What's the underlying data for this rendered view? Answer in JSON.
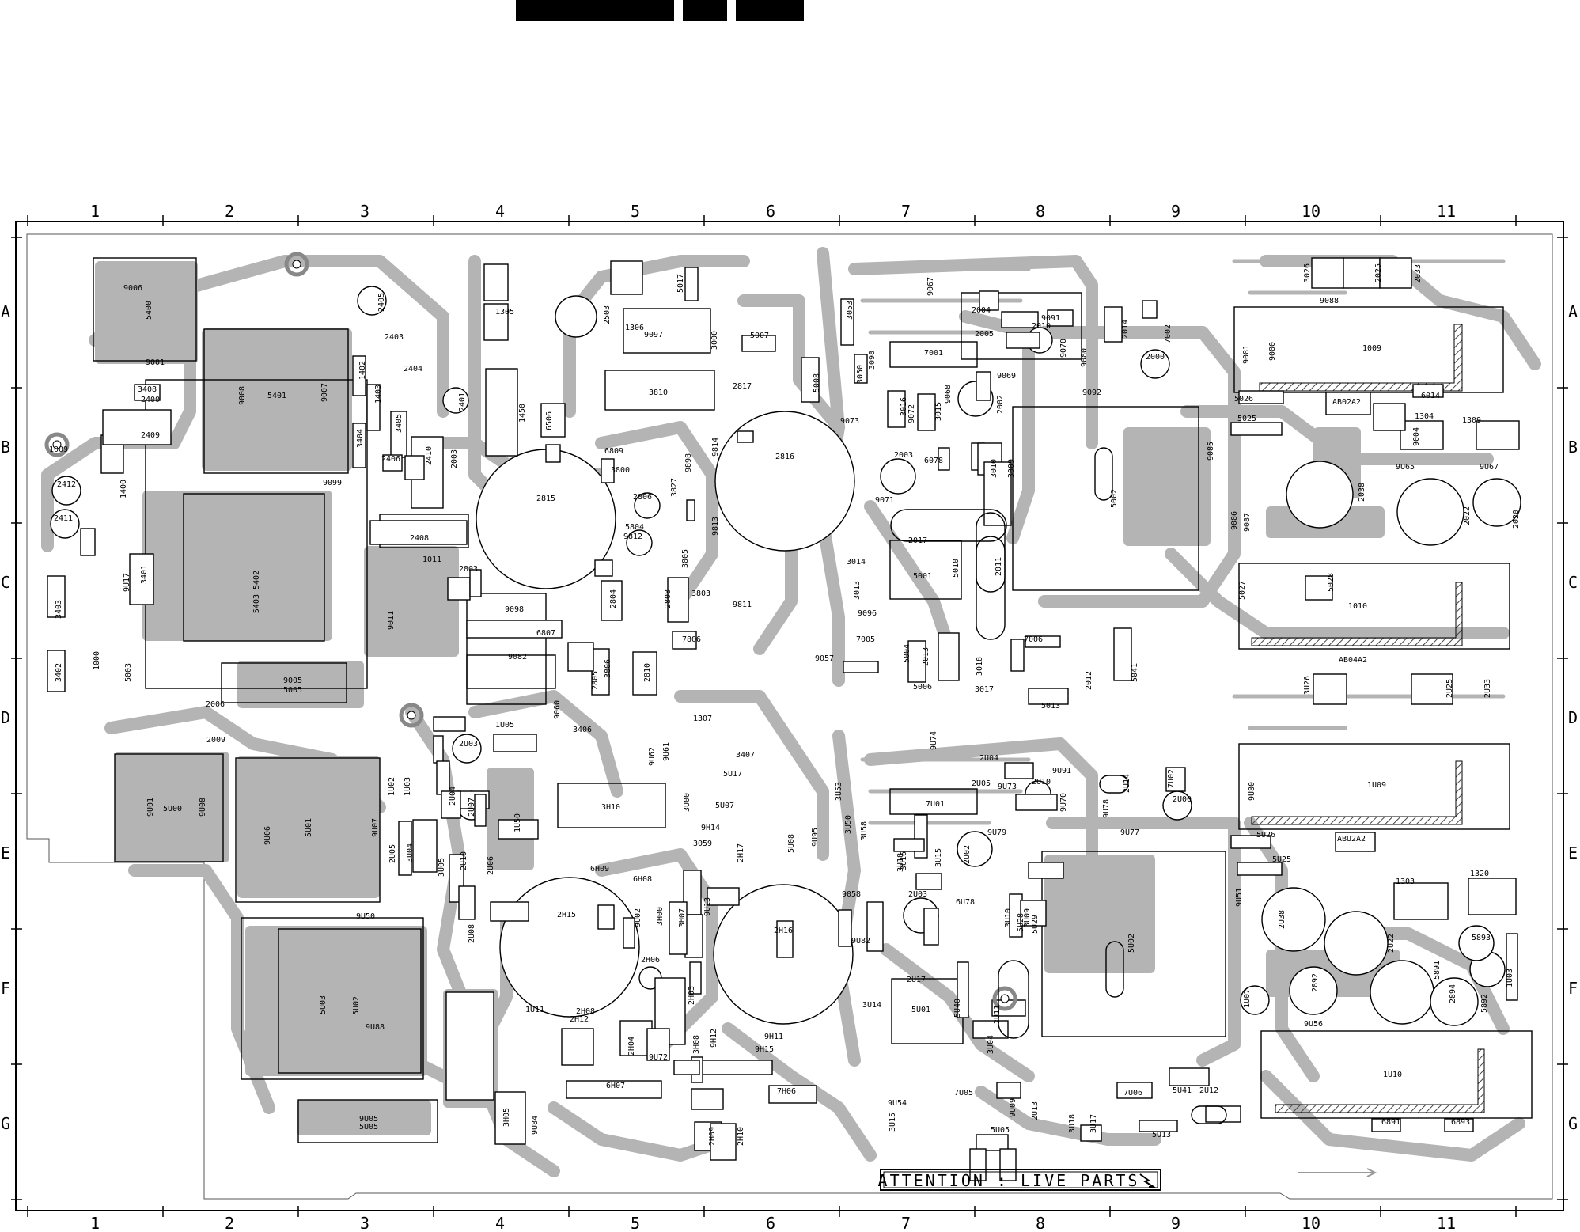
{
  "colors": {
    "copper": "#b4b4b4",
    "ink": "#000000",
    "board": "#ffffff",
    "hatch": "#444444"
  },
  "header": {
    "blocks": [
      "",
      "",
      ""
    ]
  },
  "grid": {
    "columns": [
      "1",
      "2",
      "3",
      "4",
      "5",
      "6",
      "7",
      "8",
      "9",
      "10",
      "11"
    ],
    "rows": [
      "A",
      "B",
      "C",
      "D",
      "E",
      "F",
      "G"
    ]
  },
  "warning": {
    "text": "ATTENTION : LIVE PARTS"
  },
  "components": [
    {
      "id": "c001",
      "label": "9006"
    },
    {
      "id": "c002",
      "label": "5400"
    },
    {
      "id": "c003",
      "label": "9001"
    },
    {
      "id": "c004",
      "label": "3408"
    },
    {
      "id": "c005",
      "label": "2400"
    },
    {
      "id": "c006",
      "label": "2409"
    },
    {
      "id": "c007",
      "label": "2412"
    },
    {
      "id": "c008",
      "label": "2411"
    },
    {
      "id": "c009",
      "label": "1400"
    },
    {
      "id": "c010",
      "label": "3401"
    },
    {
      "id": "c011",
      "label": "9U17"
    },
    {
      "id": "c012",
      "label": "1009"
    },
    {
      "id": "c013",
      "label": "3403"
    },
    {
      "id": "c014",
      "label": "3402"
    },
    {
      "id": "c015",
      "label": "1000"
    },
    {
      "id": "c016",
      "label": "5003"
    },
    {
      "id": "c017",
      "label": "9008"
    },
    {
      "id": "c018",
      "label": "5401"
    },
    {
      "id": "c019",
      "label": "9007"
    },
    {
      "id": "c020",
      "label": "2405"
    },
    {
      "id": "c021",
      "label": "2403"
    },
    {
      "id": "c022",
      "label": "1402"
    },
    {
      "id": "c023",
      "label": "2404"
    },
    {
      "id": "c024",
      "label": "1403"
    },
    {
      "id": "c025",
      "label": "2401"
    },
    {
      "id": "c026",
      "label": "3404"
    },
    {
      "id": "c027",
      "label": "3405"
    },
    {
      "id": "c028",
      "label": "2406"
    },
    {
      "id": "c029",
      "label": "2410"
    },
    {
      "id": "c030",
      "label": "2003"
    },
    {
      "id": "c031",
      "label": "9099"
    },
    {
      "id": "c032",
      "label": "5403 5402"
    },
    {
      "id": "c033",
      "label": "2408"
    },
    {
      "id": "c034",
      "label": "1011"
    },
    {
      "id": "c035",
      "label": "9011"
    },
    {
      "id": "c036",
      "label": "9005"
    },
    {
      "id": "c037",
      "label": "5005"
    },
    {
      "id": "c038",
      "label": "2006"
    },
    {
      "id": "c039",
      "label": "2009"
    },
    {
      "id": "c040",
      "label": "1306"
    },
    {
      "id": "c041",
      "label": "1305"
    },
    {
      "id": "c042",
      "label": "2503"
    },
    {
      "id": "c043",
      "label": "9097"
    },
    {
      "id": "c044",
      "label": "1307"
    },
    {
      "id": "c045",
      "label": "5017"
    },
    {
      "id": "c046",
      "label": "3000"
    },
    {
      "id": "c047",
      "label": "3810"
    },
    {
      "id": "c048",
      "label": "1450"
    },
    {
      "id": "c049",
      "label": "6506"
    },
    {
      "id": "c050",
      "label": "6809"
    },
    {
      "id": "c051",
      "label": "2817"
    },
    {
      "id": "c052",
      "label": "5007"
    },
    {
      "id": "c053",
      "label": "5008"
    },
    {
      "id": "c054",
      "label": "9073"
    },
    {
      "id": "c055",
      "label": "9814"
    },
    {
      "id": "c056",
      "label": "3800"
    },
    {
      "id": "c057",
      "label": "9898"
    },
    {
      "id": "c058",
      "label": "2816"
    },
    {
      "id": "c059",
      "label": "2815"
    },
    {
      "id": "c060",
      "label": "3827"
    },
    {
      "id": "c061",
      "label": "2806"
    },
    {
      "id": "c062",
      "label": "5804"
    },
    {
      "id": "c063",
      "label": "9812"
    },
    {
      "id": "c064",
      "label": "3805"
    },
    {
      "id": "c065",
      "label": "9813"
    },
    {
      "id": "c066",
      "label": "2803"
    },
    {
      "id": "c067",
      "label": "9098"
    },
    {
      "id": "c068",
      "label": "2804"
    },
    {
      "id": "c069",
      "label": "2808"
    },
    {
      "id": "c070",
      "label": "3803"
    },
    {
      "id": "c071",
      "label": "9811"
    },
    {
      "id": "c072",
      "label": "6807"
    },
    {
      "id": "c073",
      "label": "7806"
    },
    {
      "id": "c074",
      "label": "9082"
    },
    {
      "id": "c075",
      "label": "2805"
    },
    {
      "id": "c076",
      "label": "3806"
    },
    {
      "id": "c077",
      "label": "2810"
    },
    {
      "id": "c078",
      "label": "9060"
    },
    {
      "id": "c079",
      "label": "3053"
    },
    {
      "id": "c080",
      "label": "3098"
    },
    {
      "id": "c081",
      "label": "3050"
    },
    {
      "id": "c082",
      "label": "9067"
    },
    {
      "id": "c083",
      "label": "2004"
    },
    {
      "id": "c084",
      "label": "2005"
    },
    {
      "id": "c085",
      "label": "7001"
    },
    {
      "id": "c086",
      "label": "9069"
    },
    {
      "id": "c087",
      "label": "9068"
    },
    {
      "id": "c088",
      "label": "3016"
    },
    {
      "id": "c089",
      "label": "9072"
    },
    {
      "id": "c090",
      "label": "3015"
    },
    {
      "id": "c091",
      "label": "2002"
    },
    {
      "id": "c092",
      "label": "6078"
    },
    {
      "id": "c093",
      "label": "2003"
    },
    {
      "id": "c094",
      "label": "9071"
    },
    {
      "id": "c095",
      "label": "2017"
    },
    {
      "id": "c096",
      "label": "3014"
    },
    {
      "id": "c097",
      "label": "3013"
    },
    {
      "id": "c098",
      "label": "5001"
    },
    {
      "id": "c099",
      "label": "5010"
    },
    {
      "id": "c100",
      "label": "2011"
    },
    {
      "id": "c101",
      "label": "9096"
    },
    {
      "id": "c102",
      "label": "7005"
    },
    {
      "id": "c103",
      "label": "5004"
    },
    {
      "id": "c104",
      "label": "2013"
    },
    {
      "id": "c105",
      "label": "9057"
    },
    {
      "id": "c106",
      "label": "5006"
    },
    {
      "id": "c107",
      "label": "3018"
    },
    {
      "id": "c108",
      "label": "3017"
    },
    {
      "id": "c109",
      "label": "7006"
    },
    {
      "id": "c110",
      "label": "5013"
    },
    {
      "id": "c111",
      "label": "2012"
    },
    {
      "id": "c112",
      "label": "5041"
    },
    {
      "id": "c113",
      "label": "3010"
    },
    {
      "id": "c114",
      "label": "3009"
    },
    {
      "id": "c115",
      "label": "9091"
    },
    {
      "id": "c116",
      "label": "2010"
    },
    {
      "id": "c117",
      "label": "9070"
    },
    {
      "id": "c118",
      "label": "9080"
    },
    {
      "id": "c119",
      "label": "2014"
    },
    {
      "id": "c120",
      "label": "7002"
    },
    {
      "id": "c121",
      "label": "2000"
    },
    {
      "id": "c122",
      "label": "9092"
    },
    {
      "id": "c123",
      "label": "5002"
    },
    {
      "id": "c124",
      "label": "9085"
    },
    {
      "id": "c125",
      "label": "9086"
    },
    {
      "id": "c126",
      "label": "9087"
    },
    {
      "id": "c127",
      "label": "3026"
    },
    {
      "id": "c128",
      "label": "2025"
    },
    {
      "id": "c129",
      "label": "2033"
    },
    {
      "id": "c130",
      "label": "9088"
    },
    {
      "id": "c131",
      "label": "9081"
    },
    {
      "id": "c132",
      "label": "9080"
    },
    {
      "id": "c133",
      "label": "1009"
    },
    {
      "id": "c134",
      "label": "5026"
    },
    {
      "id": "c135",
      "label": "5025"
    },
    {
      "id": "c136",
      "label": "AB02A2"
    },
    {
      "id": "c137",
      "label": "6014"
    },
    {
      "id": "c138",
      "label": "1304"
    },
    {
      "id": "c139",
      "label": "1309"
    },
    {
      "id": "c140",
      "label": "9004"
    },
    {
      "id": "c141",
      "label": "9U65"
    },
    {
      "id": "c142",
      "label": "9U67"
    },
    {
      "id": "c143",
      "label": "2038"
    },
    {
      "id": "c144",
      "label": "2022"
    },
    {
      "id": "c145",
      "label": "2020"
    },
    {
      "id": "c146",
      "label": "5027"
    },
    {
      "id": "c147",
      "label": "5028"
    },
    {
      "id": "c148",
      "label": "1010"
    },
    {
      "id": "c149",
      "label": "AB04A2"
    },
    {
      "id": "c150",
      "label": "3U26"
    },
    {
      "id": "c151",
      "label": "2U25"
    },
    {
      "id": "c152",
      "label": "2U33"
    },
    {
      "id": "c153",
      "label": "1U09"
    },
    {
      "id": "c154",
      "label": "9U80"
    },
    {
      "id": "c155",
      "label": "5U26"
    },
    {
      "id": "c156",
      "label": "5U25"
    },
    {
      "id": "c157",
      "label": "ABU2A2"
    },
    {
      "id": "c158",
      "label": "1303"
    },
    {
      "id": "c159",
      "label": "1320"
    },
    {
      "id": "c160",
      "label": "9U51"
    },
    {
      "id": "c161",
      "label": "2U38"
    },
    {
      "id": "c162",
      "label": "2U22"
    },
    {
      "id": "c163",
      "label": "2892"
    },
    {
      "id": "c164",
      "label": "2894"
    },
    {
      "id": "c165",
      "label": "5893"
    },
    {
      "id": "c166",
      "label": "5891"
    },
    {
      "id": "c167",
      "label": "5892"
    },
    {
      "id": "c168",
      "label": "1U03"
    },
    {
      "id": "c169",
      "label": "1U07"
    },
    {
      "id": "c170",
      "label": "9U56"
    },
    {
      "id": "c171",
      "label": "1U10"
    },
    {
      "id": "c172",
      "label": "6891"
    },
    {
      "id": "c173",
      "label": "6893"
    },
    {
      "id": "c174",
      "label": "9U01"
    },
    {
      "id": "c175",
      "label": "5U00"
    },
    {
      "id": "c176",
      "label": "9U08"
    },
    {
      "id": "c177",
      "label": "9U06"
    },
    {
      "id": "c178",
      "label": "5U01"
    },
    {
      "id": "c179",
      "label": "9U07"
    },
    {
      "id": "c180",
      "label": "2U03"
    },
    {
      "id": "c181",
      "label": "1U02"
    },
    {
      "id": "c182",
      "label": "1U03"
    },
    {
      "id": "c183",
      "label": "2U04"
    },
    {
      "id": "c184",
      "label": "2U07"
    },
    {
      "id": "c185",
      "label": "2U05"
    },
    {
      "id": "c186",
      "label": "3U04"
    },
    {
      "id": "c187",
      "label": "3U05"
    },
    {
      "id": "c188",
      "label": "2U10"
    },
    {
      "id": "c189",
      "label": "2U06"
    },
    {
      "id": "c190",
      "label": "9U50"
    },
    {
      "id": "c191",
      "label": "2U08"
    },
    {
      "id": "c192",
      "label": "5U02"
    },
    {
      "id": "c193",
      "label": "9U88"
    },
    {
      "id": "c194",
      "label": "5U03"
    },
    {
      "id": "c195",
      "label": "9U05"
    },
    {
      "id": "c196",
      "label": "5U05"
    },
    {
      "id": "c197",
      "label": "1U05"
    },
    {
      "id": "c198",
      "label": "1U50"
    },
    {
      "id": "c199",
      "label": "3406"
    },
    {
      "id": "c200",
      "label": "9U62"
    },
    {
      "id": "c201",
      "label": "9U61"
    },
    {
      "id": "c202",
      "label": "3407"
    },
    {
      "id": "c203",
      "label": "5U17"
    },
    {
      "id": "c204",
      "label": "3H10"
    },
    {
      "id": "c205",
      "label": "3U00"
    },
    {
      "id": "c206",
      "label": "5U07"
    },
    {
      "id": "c207",
      "label": "9H14"
    },
    {
      "id": "c208",
      "label": "3059"
    },
    {
      "id": "c209",
      "label": "2H17"
    },
    {
      "id": "c210",
      "label": "5U08"
    },
    {
      "id": "c211",
      "label": "9U95"
    },
    {
      "id": "c212",
      "label": "6H09"
    },
    {
      "id": "c213",
      "label": "6H08"
    },
    {
      "id": "c214",
      "label": "9058"
    },
    {
      "id": "c215",
      "label": "2H15"
    },
    {
      "id": "c216",
      "label": "9U02"
    },
    {
      "id": "c217",
      "label": "3H00"
    },
    {
      "id": "c218",
      "label": "3H07"
    },
    {
      "id": "c219",
      "label": "9U13"
    },
    {
      "id": "c220",
      "label": "2H16"
    },
    {
      "id": "c221",
      "label": "1U11"
    },
    {
      "id": "c222",
      "label": "2H06"
    },
    {
      "id": "c223",
      "label": "2H12"
    },
    {
      "id": "c224",
      "label": "2H08"
    },
    {
      "id": "c225",
      "label": "2H03"
    },
    {
      "id": "c226",
      "label": "2H04"
    },
    {
      "id": "c227",
      "label": "9U72"
    },
    {
      "id": "c228",
      "label": "3H08"
    },
    {
      "id": "c229",
      "label": "9H12"
    },
    {
      "id": "c230",
      "label": "9H11"
    },
    {
      "id": "c231",
      "label": "9H15"
    },
    {
      "id": "c232",
      "label": "6H07"
    },
    {
      "id": "c233",
      "label": "7H06"
    },
    {
      "id": "c234",
      "label": "3H05"
    },
    {
      "id": "c235",
      "label": "9U84"
    },
    {
      "id": "c236",
      "label": "2H09"
    },
    {
      "id": "c237",
      "label": "2H10"
    },
    {
      "id": "c238",
      "label": "3U53"
    },
    {
      "id": "c239",
      "label": "3U50"
    },
    {
      "id": "c240",
      "label": "3U58"
    },
    {
      "id": "c241",
      "label": "9U74"
    },
    {
      "id": "c242",
      "label": "2U04"
    },
    {
      "id": "c243",
      "label": "2U05"
    },
    {
      "id": "c244",
      "label": "7U01"
    },
    {
      "id": "c245",
      "label": "9U73"
    },
    {
      "id": "c246",
      "label": "3U16"
    },
    {
      "id": "c247",
      "label": "3U18"
    },
    {
      "id": "c248",
      "label": "3U15"
    },
    {
      "id": "c249",
      "label": "2U02"
    },
    {
      "id": "c250",
      "label": "9U79"
    },
    {
      "id": "c251",
      "label": "2U03"
    },
    {
      "id": "c252",
      "label": "6U78"
    },
    {
      "id": "c253",
      "label": "9U82"
    },
    {
      "id": "c254",
      "label": "2U17"
    },
    {
      "id": "c255",
      "label": "3U14"
    },
    {
      "id": "c256",
      "label": "5U01"
    },
    {
      "id": "c257",
      "label": "5U40"
    },
    {
      "id": "c258",
      "label": "2U11"
    },
    {
      "id": "c259",
      "label": "3U04"
    },
    {
      "id": "c260",
      "label": "9U54"
    },
    {
      "id": "c261",
      "label": "7U05"
    },
    {
      "id": "c262",
      "label": "3U15"
    },
    {
      "id": "c263",
      "label": "9U09"
    },
    {
      "id": "c264",
      "label": "2U13"
    },
    {
      "id": "c265",
      "label": "5U05"
    },
    {
      "id": "c266",
      "label": "3U18"
    },
    {
      "id": "c267",
      "label": "3U17"
    },
    {
      "id": "c268",
      "label": "7U06"
    },
    {
      "id": "c269",
      "label": "5U13"
    },
    {
      "id": "c270",
      "label": "5U41"
    },
    {
      "id": "c271",
      "label": "2U12"
    },
    {
      "id": "c272",
      "label": "3U10"
    },
    {
      "id": "c273",
      "label": "3U09"
    },
    {
      "id": "c274",
      "label": "9U91"
    },
    {
      "id": "c275",
      "label": "2U10"
    },
    {
      "id": "c276",
      "label": "9U70"
    },
    {
      "id": "c277",
      "label": "9U78"
    },
    {
      "id": "c278",
      "label": "2U14"
    },
    {
      "id": "c279",
      "label": "7U02"
    },
    {
      "id": "c280",
      "label": "2U00"
    },
    {
      "id": "c281",
      "label": "9U77"
    },
    {
      "id": "c282",
      "label": "5U02"
    },
    {
      "id": "c283",
      "label": "5U29"
    },
    {
      "id": "c284",
      "label": "5U28"
    }
  ]
}
